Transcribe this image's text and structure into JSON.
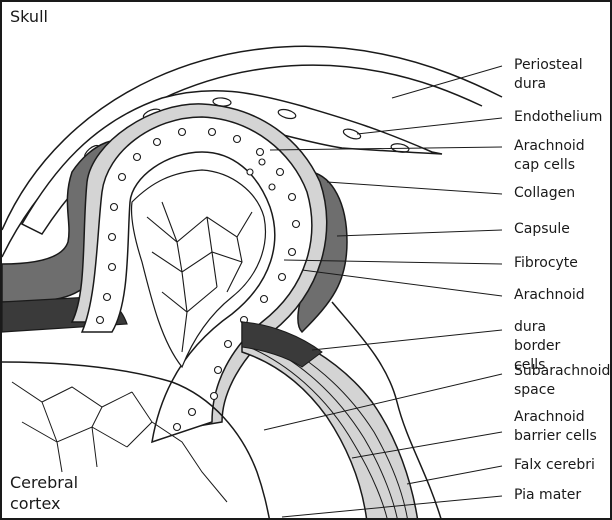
{
  "corners": {
    "top_left": "Skull",
    "bottom_left": "Cerebral cortex"
  },
  "labels": [
    "Periosteal dura",
    "Endothelium",
    "Arachnoid cap cells",
    "Collagen",
    "Capsule",
    "Fibrocyte",
    "Arachnoid",
    "dura border cells",
    "Subarachnoid space",
    "Arachnoid barrier cells",
    "Falx cerebri",
    "Pia mater"
  ],
  "colors": {
    "line": "#1a1a1a",
    "dark_gray": "#6e6e6e",
    "light_gray": "#d4d4d4",
    "dura_dark": "#3a3a3a"
  }
}
